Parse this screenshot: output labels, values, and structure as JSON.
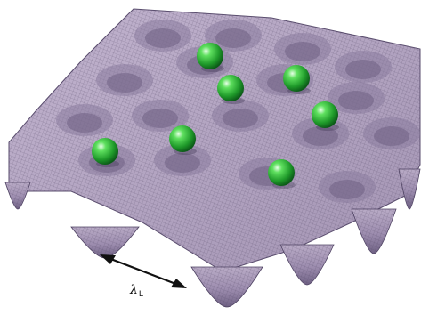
{
  "figure": {
    "wavelength_symbol": "λ",
    "wavelength_subscript": "L",
    "atom_count": 7,
    "colors": {
      "surface_fill": "#a89ab6",
      "surface_shadow": "#6f6184",
      "mesh_line": "#4d4161",
      "atom": "#2fb52f",
      "atom_highlight": "#e8ffe8",
      "arrow": "#111111"
    }
  }
}
